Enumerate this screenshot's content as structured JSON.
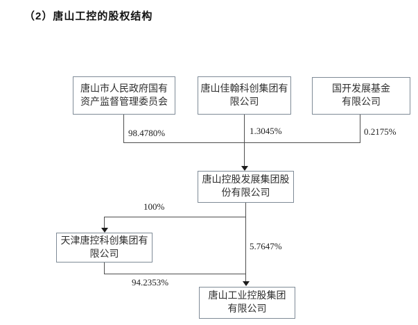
{
  "page": {
    "title": "（2）唐山工控的股权结构"
  },
  "chart": {
    "type": "equity-structure-diagram",
    "nodes": {
      "sasac": {
        "line1": "唐山市人民政府国有",
        "line2": "资产监督管理委员会",
        "full_name": "唐山市人民政府国有资产监督管理委员会"
      },
      "jiahan": {
        "line1": "唐山佳翰科创集团有",
        "line2": "限公司",
        "full_name": "唐山佳翰科创集团有限公司"
      },
      "cdb_fund": {
        "line1": "国开发展基金",
        "line2": "有限公司",
        "full_name": "国开发展基金有限公司"
      },
      "holding": {
        "line1": "唐山控股发展集团股",
        "line2": "份有限公司",
        "full_name": "唐山控股发展集团股份有限公司"
      },
      "tianjin": {
        "line1": "天津唐控科创集团有",
        "line2": "限公司",
        "full_name": "天津唐控科创集团有限公司"
      },
      "industrial": {
        "line1": "唐山工业控股集团",
        "line2": "有限公司",
        "full_name": "唐山工业控股集团有限公司"
      }
    },
    "labels": {
      "sasac_pct": "98.4780%",
      "jiahan_pct": "1.3045%",
      "cdb_fund_pct": "0.2175%",
      "tianjin_pct": "100%",
      "industrial_direct_pct": "5.7647%",
      "industrial_via_tianjin_pct": "94.2353%"
    },
    "edges": [
      {
        "from": "唐山市人民政府国有资产监督管理委员会",
        "to": "唐山控股发展集团股份有限公司",
        "pct": "98.4780%"
      },
      {
        "from": "唐山佳翰科创集团有限公司",
        "to": "唐山控股发展集团股份有限公司",
        "pct": "1.3045%"
      },
      {
        "from": "国开发展基金有限公司",
        "to": "唐山控股发展集团股份有限公司",
        "pct": "0.2175%"
      },
      {
        "from": "唐山控股发展集团股份有限公司",
        "to": "天津唐控科创集团有限公司",
        "pct": "100%"
      },
      {
        "from": "唐山控股发展集团股份有限公司",
        "to": "唐山工业控股集团有限公司",
        "pct": "5.7647%"
      },
      {
        "from": "天津唐控科创集团有限公司",
        "to": "唐山工业控股集团有限公司",
        "pct": "94.2353%"
      }
    ],
    "colors": {
      "background": "#ffffff",
      "box_border": "#7e8a96",
      "connector_line": "#4d4d4d",
      "text": "#2e2e2e"
    }
  }
}
